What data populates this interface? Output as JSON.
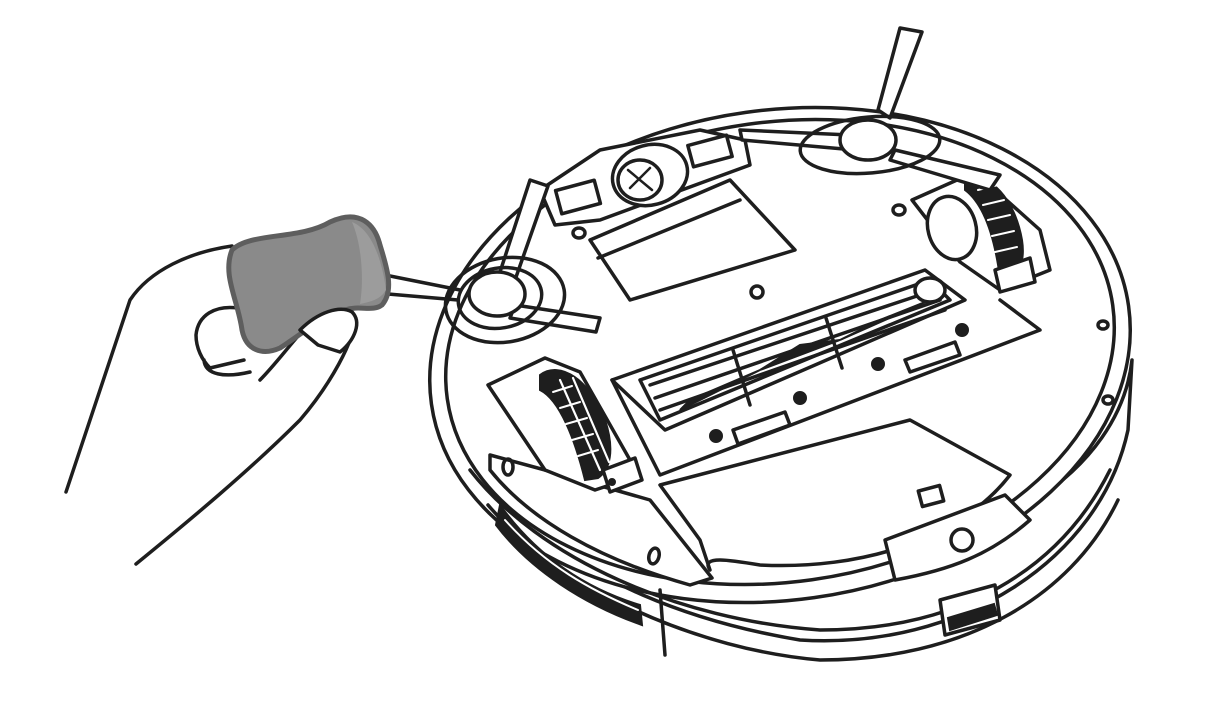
{
  "illustration": {
    "caption": "",
    "description": "Hand wiping the underside of a robot vacuum with a cloth",
    "subjects": [
      "hand",
      "cleaning-cloth",
      "robot-vacuum-underside"
    ],
    "parts": {
      "side_brushes": 2,
      "drive_wheels": 2,
      "caster_wheel": 1,
      "main_brush": 1,
      "battery_cover": 1,
      "cliff_sensors": 2
    }
  },
  "colors": {
    "background": "#ffffff",
    "line": "#1e1e1e",
    "cloth_fill": "#8a8a8a",
    "cloth_edge": "#5e5e5e",
    "cloth_highlight": "#9c9c9c"
  }
}
